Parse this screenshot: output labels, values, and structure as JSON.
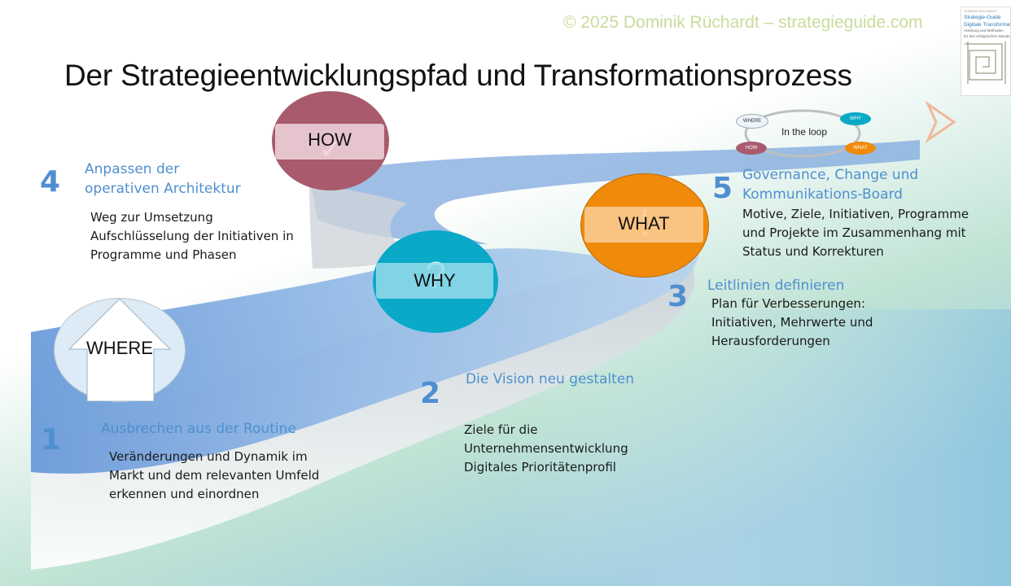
{
  "copyright": "© 2025 Dominik Rüchardt – strategieguide.com",
  "title": "Der Strategieentwicklungspfad und Transformationsprozess",
  "book_cover": {
    "line1": "DOMINIK RÜCHARDT",
    "line2": "Strategie-Guide",
    "line3": "Digitale Transformation",
    "line4": "Anleitung und Methoden",
    "line5": "für den erfolgreichen Wandel"
  },
  "badges": {
    "where": {
      "label": "WHERE",
      "color": "#dcebf5"
    },
    "why": {
      "label": "WHY",
      "glyph": "?",
      "color": "#0aa9c8"
    },
    "how": {
      "label": "HOW",
      "glyph": "✓",
      "color": "#a95a6c"
    },
    "what": {
      "label": "WHAT",
      "glyph": "!",
      "color": "#f08a0a"
    }
  },
  "loop": {
    "label": "In the loop",
    "where": "WHERE",
    "why": "WHY",
    "how": "HOW",
    "what": "WHAT"
  },
  "steps": [
    {
      "number": "1",
      "heading": [
        "Ausbrechen aus der Routine"
      ],
      "lines": [
        "Veränderungen und Dynamik im",
        "Markt und dem relevanten Umfeld",
        "erkennen und einordnen"
      ]
    },
    {
      "number": "2",
      "heading": [
        "Die Vision neu gestalten"
      ],
      "lines": [
        "Ziele für die",
        "Unternehmensentwicklung",
        "Digitales Prioritätenprofil"
      ]
    },
    {
      "number": "3",
      "heading": [
        "Leitlinien definieren"
      ],
      "lines": [
        "Plan für Verbesserungen:",
        "Initiativen, Mehrwerte und",
        "Herausforderungen"
      ]
    },
    {
      "number": "4",
      "heading": [
        "Anpassen der",
        "operativen Architektur"
      ],
      "lines": [
        "Weg zur Umsetzung",
        "Aufschlüsselung der Initiativen in",
        "Programme und Phasen"
      ]
    },
    {
      "number": "5",
      "heading": [
        "Governance, Change und",
        "Kommunikations-Board"
      ],
      "lines": [
        "Motive, Ziele, Initiativen, Programme",
        "und Projekte im Zusammenhang mit",
        "Status und Korrekturen"
      ]
    }
  ],
  "colors": {
    "accent": "#4f8fd0",
    "path": "#6f9fda"
  }
}
